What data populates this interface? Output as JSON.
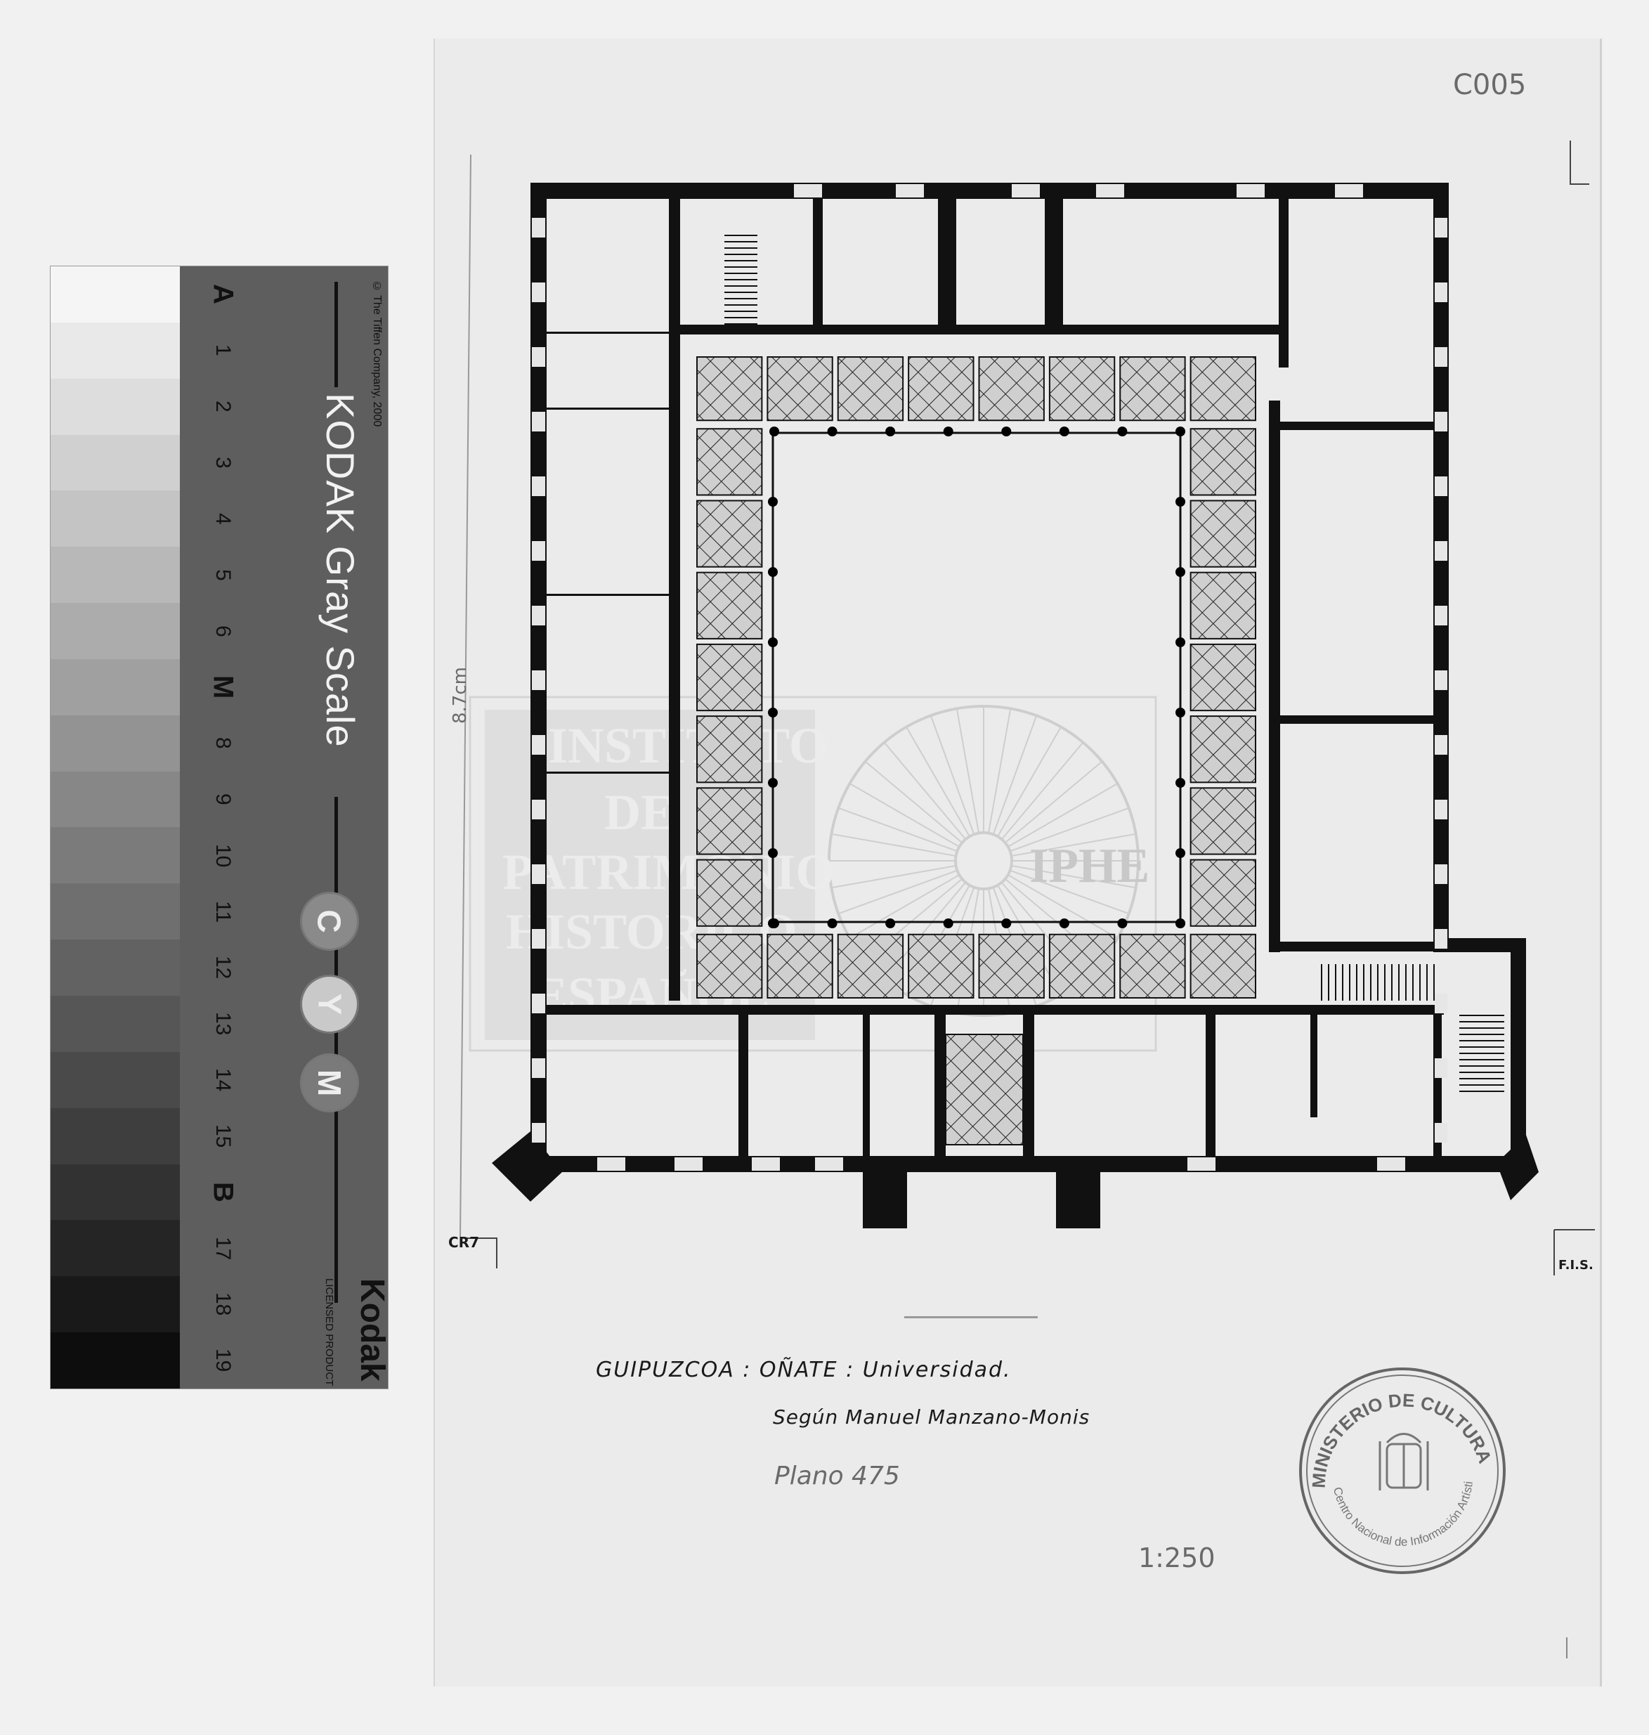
{
  "gray_scale_card": {
    "title": "KODAK Gray Scale",
    "copyright": "© The Tiffen Company, 2000",
    "brand": "Kodak",
    "licensed": "LICENSED PRODUCT",
    "cym": [
      "C",
      "Y",
      "M"
    ],
    "steps": [
      "A",
      "1",
      "2",
      "3",
      "4",
      "5",
      "6",
      "M",
      "8",
      "9",
      "10",
      "11",
      "12",
      "13",
      "14",
      "15",
      "B",
      "17",
      "18",
      "19"
    ]
  },
  "sheet": {
    "catalog_code": "C005",
    "dimension_note": "8.7cm",
    "corner_mark_left": "CR7",
    "corner_mark_right": "F.I.S.",
    "title": "GUIPUZCOA : OÑATE : Universidad.",
    "author": "Según Manuel Manzano-Monis",
    "plan_number": "Plano 475",
    "scale": "1:250"
  },
  "watermark": {
    "lines": [
      "INSTITUTO",
      "DE",
      "PATRIMONIO",
      "HISTORICO",
      "ESPAÑOL"
    ],
    "acronym": "IPHE"
  },
  "stamp": {
    "outer": "MINISTERIO DE CULTURA",
    "inner": "Centro Nacional de Información Artística, Arqueológica y Etnológica"
  }
}
